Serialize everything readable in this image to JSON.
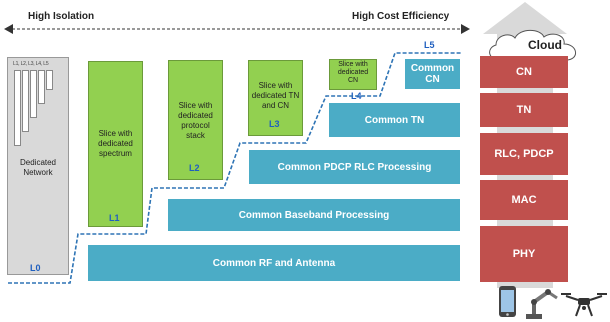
{
  "header": {
    "left_label": "High Isolation",
    "right_label": "High Cost Efficiency"
  },
  "slices": [
    {
      "text": "Dedicated Network",
      "level": "L0"
    },
    {
      "text": "Slice with dedicated spectrum",
      "level": "L1"
    },
    {
      "text": "Slice with dedicated protocol stack",
      "level": "L2"
    },
    {
      "text": "Slice with dedicated TN and CN",
      "level": "L3"
    },
    {
      "text": "Slice with dedicated CN",
      "level": "L4"
    },
    {
      "text": "",
      "level": "L5"
    }
  ],
  "mini_bars": [
    "L1",
    "L2",
    "L3",
    "L4",
    "L5"
  ],
  "common_layers": {
    "rf": "Common RF and Antenna",
    "baseband": "Common Baseband Processing",
    "pdcp_rlc": "Common PDCP RLC Processing",
    "tn": "Common TN",
    "cn": "Common CN"
  },
  "stack": {
    "cloud": "Cloud",
    "layers": [
      "CN",
      "TN",
      "RLC, PDCP",
      "MAC",
      "PHY"
    ]
  },
  "devices": [
    "phone-icon",
    "robot-arm-icon",
    "drone-icon"
  ],
  "colors": {
    "teal": "#4bacc6",
    "green": "#92d050",
    "red": "#c0504d",
    "grey": "#d9d9d9",
    "level_text": "#1f5fbf"
  }
}
